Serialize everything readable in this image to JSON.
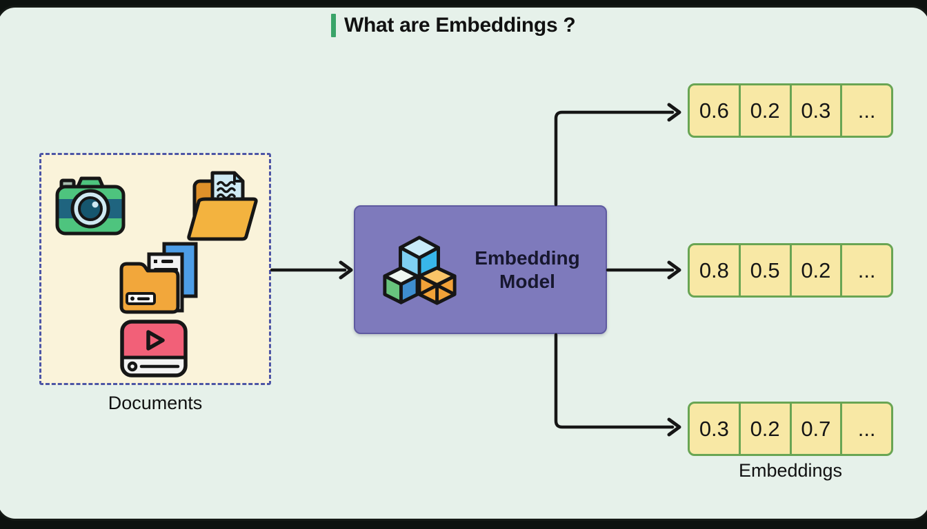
{
  "title": {
    "text": "What are Embeddings ?"
  },
  "documents": {
    "label": "Documents",
    "icons": [
      "camera",
      "folder-document",
      "folder-files",
      "video-player"
    ]
  },
  "model": {
    "line1": "Embedding",
    "line2": "Model",
    "icon": "cubes-icon"
  },
  "embeddings": {
    "label": "Embeddings",
    "vectors": [
      {
        "cells": [
          "0.6",
          "0.2",
          "0.3",
          "..."
        ]
      },
      {
        "cells": [
          "0.8",
          "0.5",
          "0.2",
          "..."
        ]
      },
      {
        "cells": [
          "0.3",
          "0.2",
          "0.7",
          "..."
        ]
      }
    ]
  },
  "colors": {
    "accent_green": "#3aa469",
    "canvas_bg": "#e6f1ea",
    "frame_dark": "#0d120f",
    "documents_box_bg": "#faf3da",
    "documents_box_border": "#4c55a6",
    "model_fill": "#7e7abc",
    "model_border": "#5e5aa0",
    "vector_cell_fill": "#f8e8a5",
    "vector_cell_border": "#69a553",
    "ink": "#161616"
  }
}
